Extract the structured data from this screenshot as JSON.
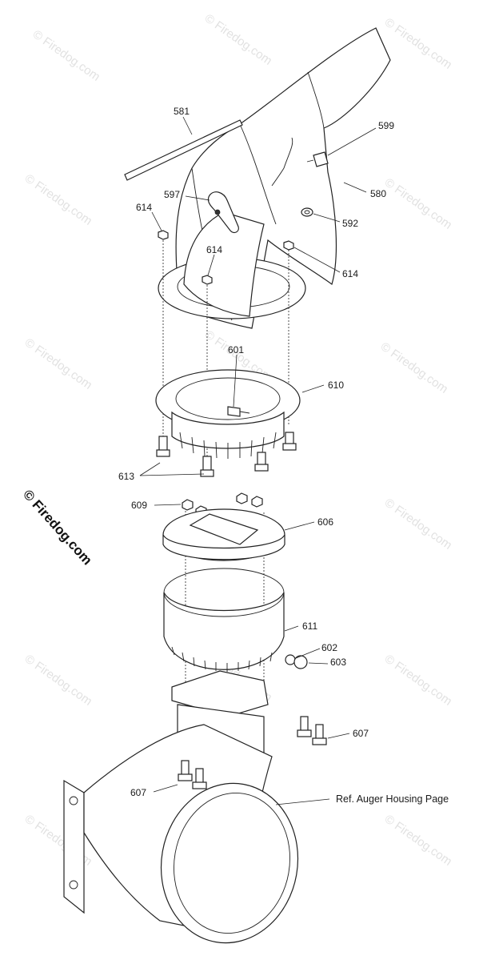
{
  "watermark": {
    "main": "© Firedog.com",
    "repeat": "© Firedog.com"
  },
  "callouts": {
    "c581": "581",
    "c599": "599",
    "c580": "580",
    "c597": "597",
    "c614a": "614",
    "c614b": "614",
    "c614c": "614",
    "c592": "592",
    "c601": "601",
    "c610": "610",
    "c613": "613",
    "c609": "609",
    "c606": "606",
    "c611": "611",
    "c602": "602",
    "c603": "603",
    "c607a": "607",
    "c607b": "607"
  },
  "reference_note": "Ref. Auger Housing Page",
  "colors": {
    "line": "#222222",
    "watermark": "#e2e2e2",
    "background": "#ffffff"
  }
}
